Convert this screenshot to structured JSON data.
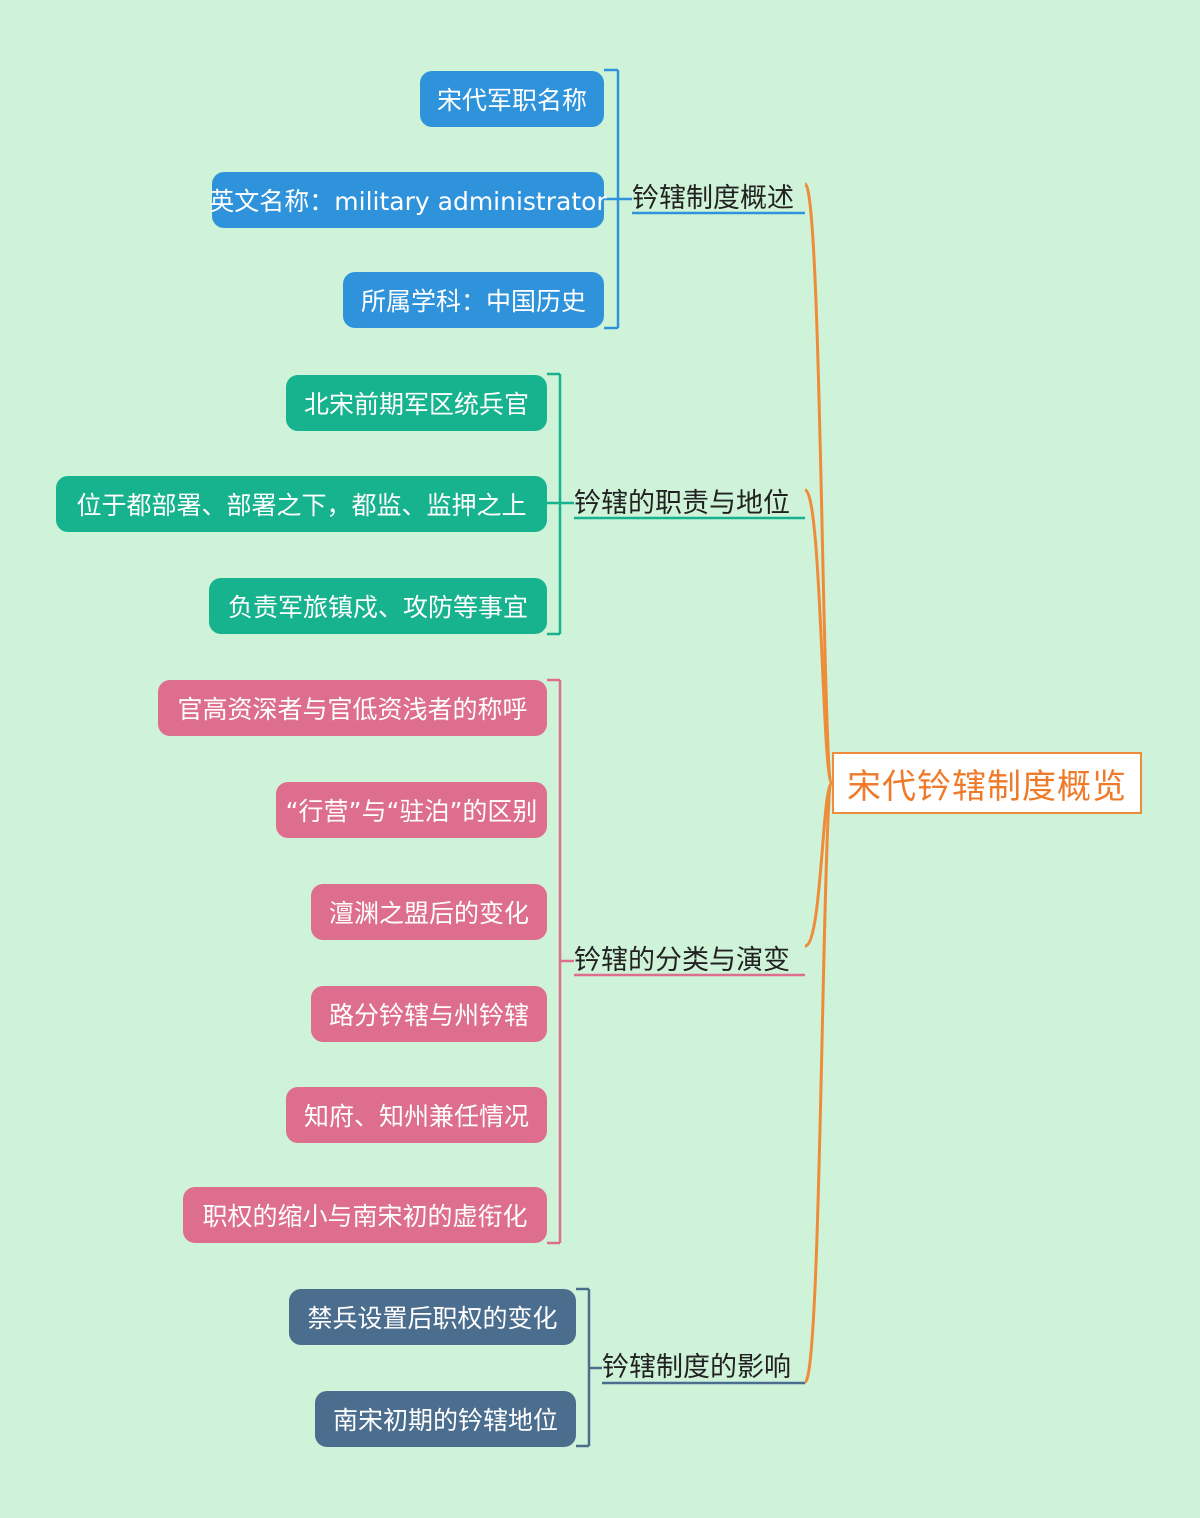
{
  "root": {
    "label": "宋代钤辖制度概览",
    "color": "#ef7b2a"
  },
  "branches": [
    {
      "label": "钤辖制度概述",
      "color": "#2f93dc",
      "leaves": [
        "宋代军职名称",
        "英文名称：military administrator",
        "所属学科：中国历史"
      ]
    },
    {
      "label": "钤辖的职责与地位",
      "color": "#17b28e",
      "leaves": [
        "北宋前期军区统兵官",
        "位于都部署、部署之下，都监、监押之上",
        "负责军旅镇戍、攻防等事宜"
      ]
    },
    {
      "label": "钤辖的分类与演变",
      "color": "#dd6e8d",
      "leaves": [
        "官高资深者与官低资浅者的称呼",
        "“行营”与“驻泊”的区别",
        "澶渊之盟后的变化",
        "路分钤辖与州钤辖",
        "知府、知州兼任情况",
        "职权的缩小与南宋初的虚衔化"
      ]
    },
    {
      "label": "钤辖制度的影响",
      "color": "#4b6d8e",
      "leaves": [
        "禁兵设置后职权的变化",
        "南宋初期的钤辖地位"
      ]
    }
  ]
}
